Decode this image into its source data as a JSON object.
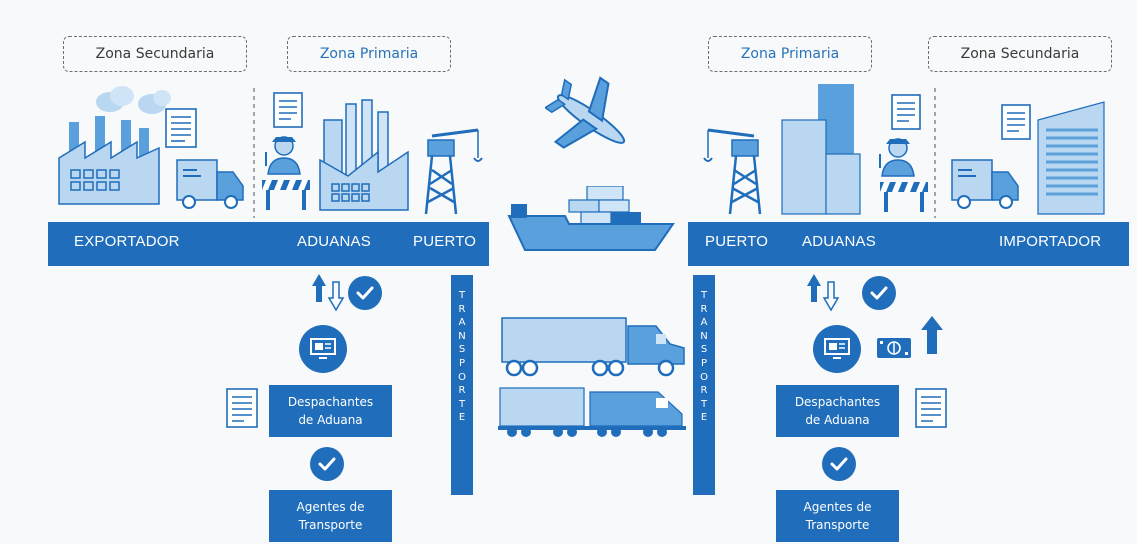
{
  "zones": {
    "left_secondary": "Zona Secundaria",
    "left_primary": "Zona Primaria",
    "right_primary": "Zona Primaria",
    "right_secondary": "Zona Secundaria"
  },
  "band_left": {
    "exportador": "EXPORTADOR",
    "aduanas": "ADUANAS",
    "puerto": "PUERTO"
  },
  "band_right": {
    "puerto": "PUERTO",
    "aduanas": "ADUANAS",
    "importador": "IMPORTADOR"
  },
  "transporte_letters": [
    "T",
    "R",
    "A",
    "N",
    "S",
    "P",
    "O",
    "R",
    "T",
    "E"
  ],
  "left_flow": {
    "despachantes_line1": "Despachantes",
    "despachantes_line2": "de Aduana",
    "agentes_line1": "Agentes de",
    "agentes_line2": "Transporte"
  },
  "right_flow": {
    "despachantes_line1": "Despachantes",
    "despachantes_line2": "de Aduana",
    "agentes_line1": "Agentes de",
    "agentes_line2": "Transporte"
  },
  "colors": {
    "primary_blue": "#1f6dbb",
    "light_blue": "#b9d7f0",
    "mid_blue": "#5aa0dc",
    "dashed_border": "#6b6f74"
  },
  "icons": [
    "factory-icon",
    "cloud-icon",
    "document-icon",
    "delivery-truck-icon",
    "customs-officer-icon",
    "barrier-icon",
    "industrial-plant-icon",
    "port-crane-icon",
    "airplane-icon",
    "cargo-ship-icon",
    "semi-truck-icon",
    "train-icon",
    "office-buildings-icon",
    "arrows-up-down-icon",
    "check-icon",
    "computer-icon",
    "money-icon",
    "arrow-up-icon"
  ]
}
